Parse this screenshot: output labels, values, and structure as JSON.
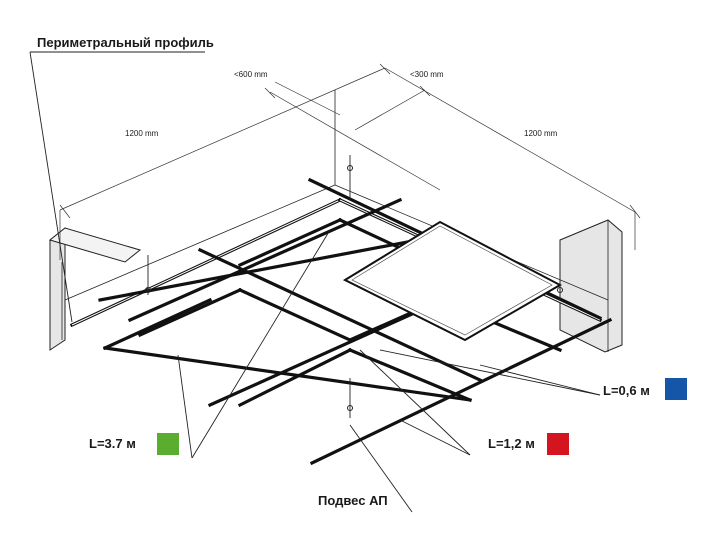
{
  "labels": {
    "perimeter_profile": "Периметральный профиль",
    "dim_600": "<600 mm",
    "dim_300": "<300 mm",
    "dim_1200_left": "1200 mm",
    "dim_1200_right": "1200 mm",
    "l37": "L=3.7 м",
    "l06": "L=0,6 м",
    "l12": "L=1,2 м",
    "hanger": "Подвес АП"
  },
  "colors": {
    "l37": "#5aad2e",
    "l06": "#1656a8",
    "l12": "#d4141f"
  }
}
